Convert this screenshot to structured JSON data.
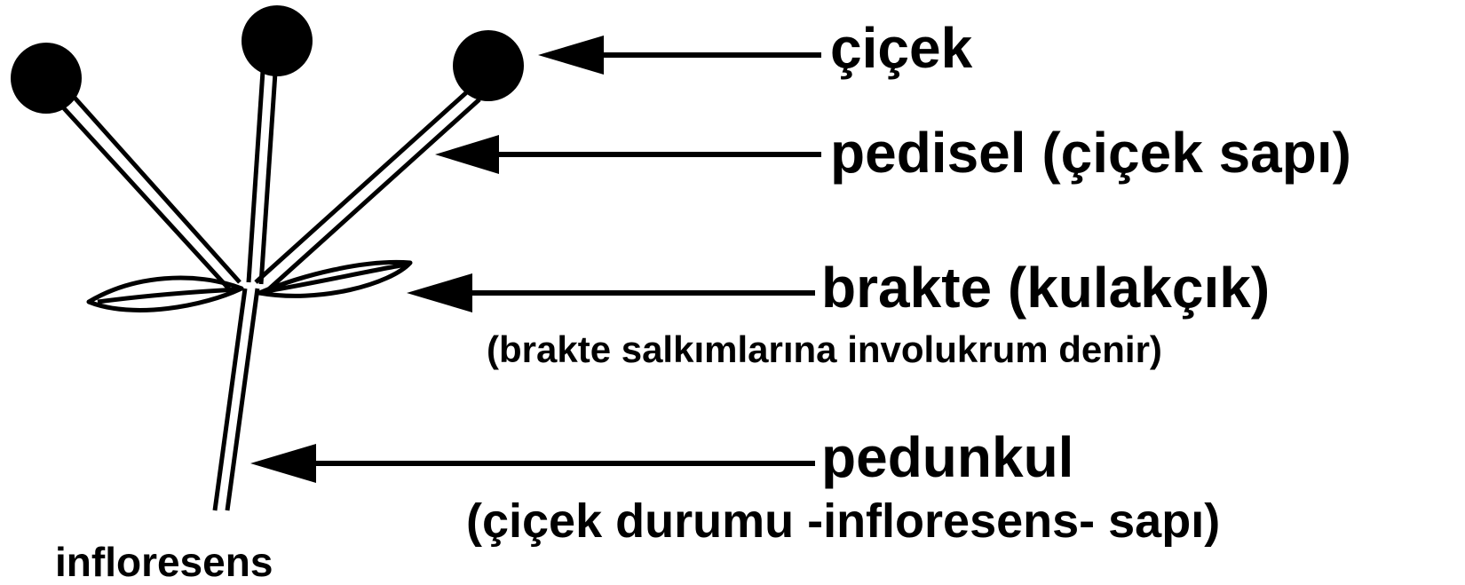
{
  "labels": {
    "flower": "çiçek",
    "pedicel": "pedisel (çiçek sapı)",
    "bract": "brakte (kulakçık)",
    "bract_note": "(brakte salkımlarına involukrum denir)",
    "peduncle": "pedunkul",
    "peduncle_note": "(çiçek durumu -infloresens- sapı)",
    "inflorescence": "infloresens"
  },
  "colors": {
    "ink": "#000000",
    "background": "#ffffff"
  }
}
